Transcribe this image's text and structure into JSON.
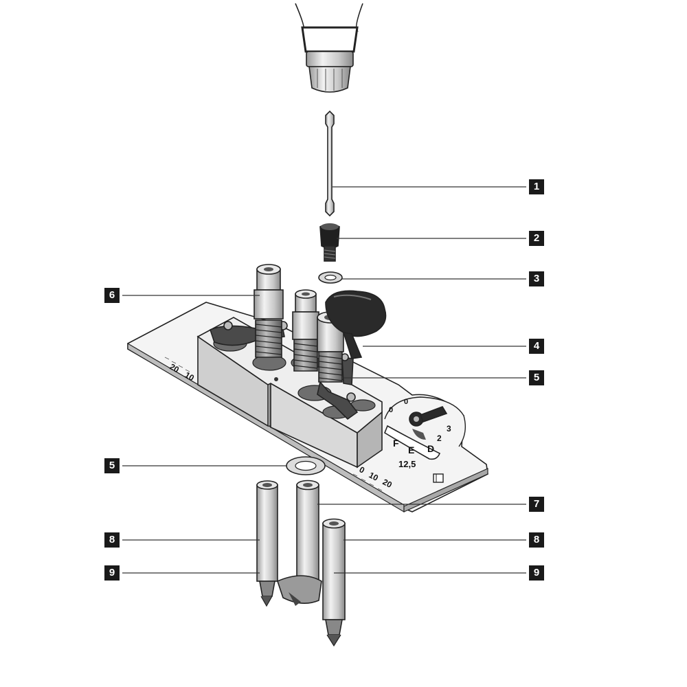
{
  "callouts": [
    {
      "id": "c1",
      "label": "1"
    },
    {
      "id": "c2",
      "label": "2"
    },
    {
      "id": "c3",
      "label": "3"
    },
    {
      "id": "c4",
      "label": "4"
    },
    {
      "id": "c5r",
      "label": "5"
    },
    {
      "id": "c6",
      "label": "6"
    },
    {
      "id": "c5l",
      "label": "5"
    },
    {
      "id": "c7",
      "label": "7"
    },
    {
      "id": "c8l",
      "label": "8"
    },
    {
      "id": "c8r",
      "label": "8"
    },
    {
      "id": "c9l",
      "label": "9"
    },
    {
      "id": "c9r",
      "label": "9"
    }
  ],
  "plate_scales": {
    "left_scale": [
      "20",
      "10"
    ],
    "right_scale": [
      "0",
      "10",
      "20"
    ]
  },
  "dial": {
    "letters": [
      "F",
      "E",
      "D"
    ],
    "value": "12,5",
    "digits": [
      "0",
      "0",
      "3",
      "2"
    ]
  }
}
